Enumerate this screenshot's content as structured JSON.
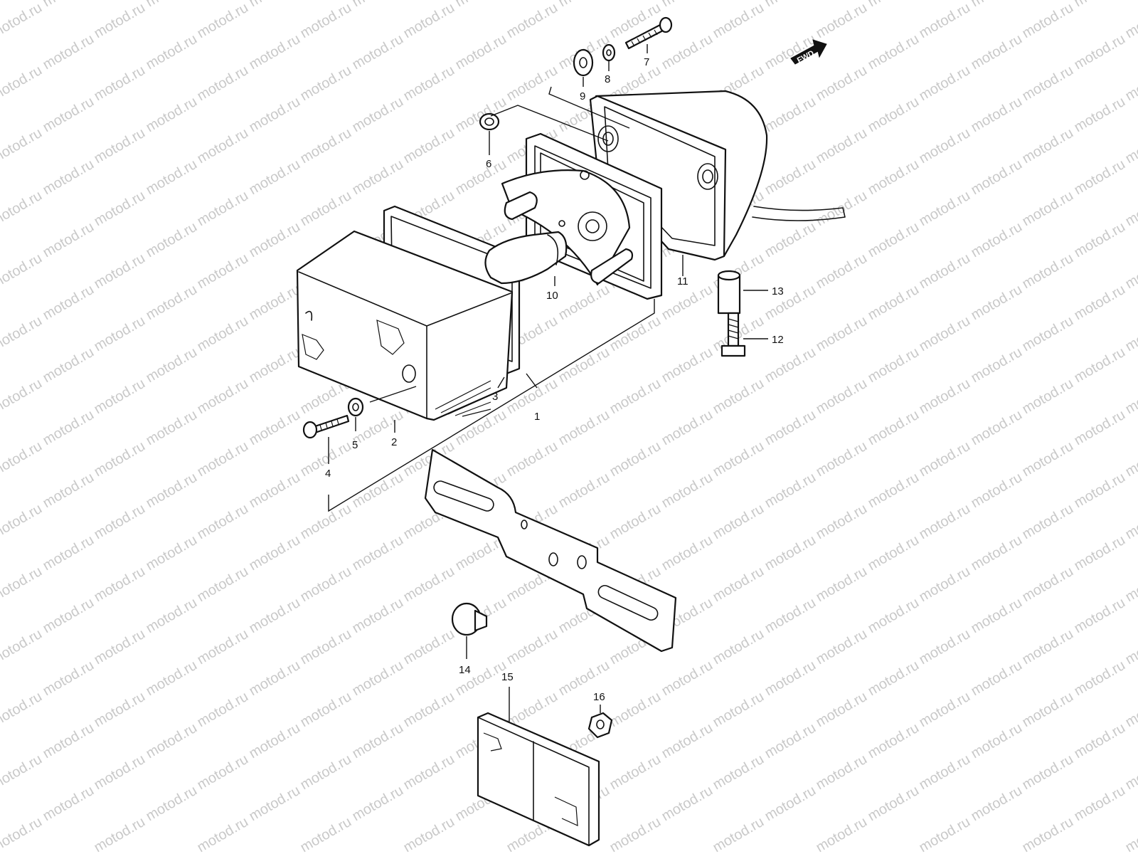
{
  "watermark": "motod.ru",
  "fwd_label": "FWD",
  "callouts": [
    "1",
    "2",
    "3",
    "4",
    "5",
    "6",
    "7",
    "8",
    "9",
    "10",
    "11",
    "12",
    "13",
    "14",
    "15",
    "16"
  ]
}
